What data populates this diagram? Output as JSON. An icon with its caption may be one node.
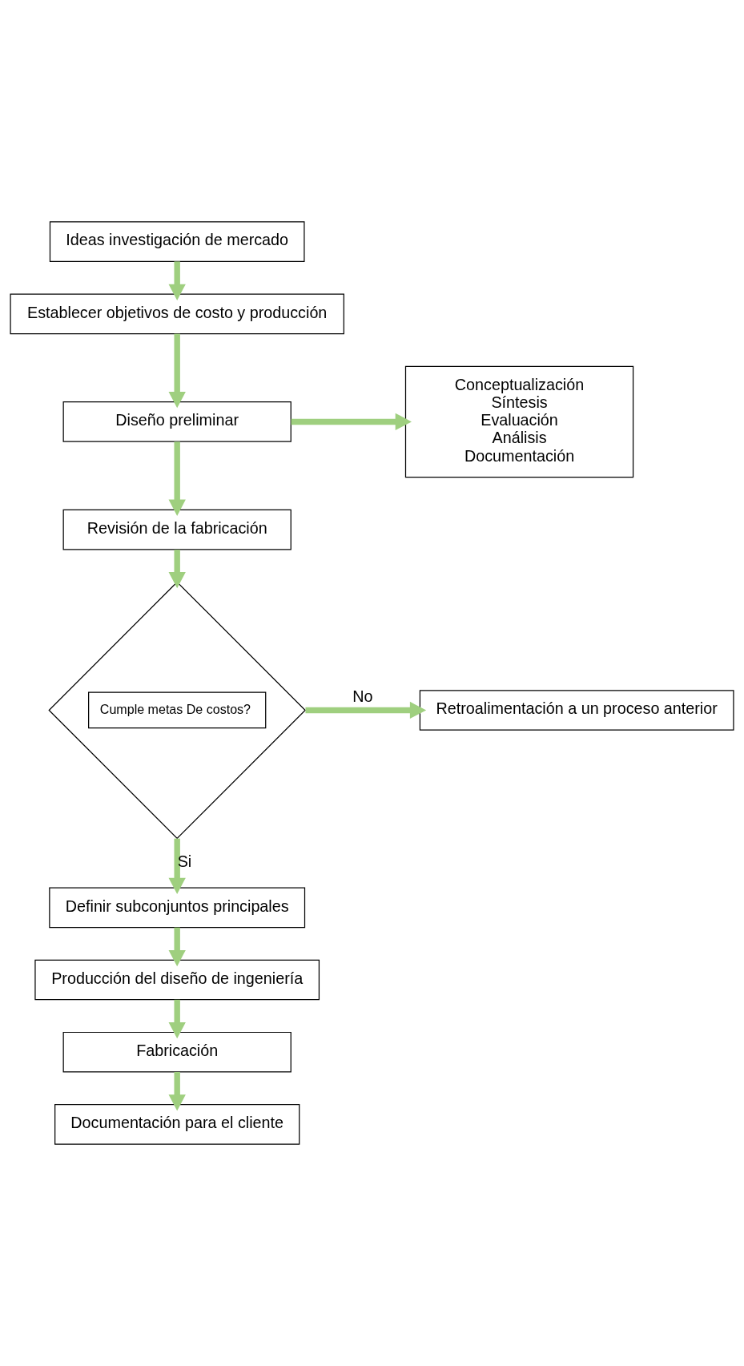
{
  "diagram": {
    "nodes": [
      {
        "text": [
          "Ideas investigación de mercado"
        ]
      },
      {
        "text": [
          "Establecer objetivos de costo y producción"
        ]
      },
      {
        "text": [
          "Diseño preliminar"
        ]
      },
      {
        "text": [
          "Conceptualización",
          "Síntesis",
          "Evaluación",
          "Análisis",
          "Documentación"
        ]
      },
      {
        "text": [
          "Revisión de la fabricación"
        ]
      },
      {
        "text": [
          "Cumple metas De costos?"
        ]
      },
      {
        "text": [
          "Retroalimentación a un proceso anterior"
        ]
      },
      {
        "text": [
          "Definir subconjuntos principales"
        ]
      },
      {
        "text": [
          "Producción del diseño de ingeniería"
        ]
      },
      {
        "text": [
          "Fabricación"
        ]
      },
      {
        "text": [
          "Documentación para el cliente"
        ]
      }
    ],
    "edges": [
      {
        "from": 0,
        "to": 1,
        "arrow": "to"
      },
      {
        "from": 1,
        "to": 2,
        "arrow": "to"
      },
      {
        "from": 2,
        "to": 3,
        "arrow": "to"
      },
      {
        "from": 2,
        "to": 4,
        "arrow": "to"
      },
      {
        "from": 4,
        "to": 5,
        "arrow": "to"
      },
      {
        "from": 5,
        "to": 6,
        "arrow": "to",
        "label": "No"
      },
      {
        "from": 5,
        "to": 7,
        "arrow": "to",
        "label": "Si"
      },
      {
        "from": 7,
        "to": 8,
        "arrow": "to"
      },
      {
        "from": 8,
        "to": 9,
        "arrow": "to"
      },
      {
        "from": 9,
        "to": 10,
        "arrow": "to"
      }
    ]
  }
}
